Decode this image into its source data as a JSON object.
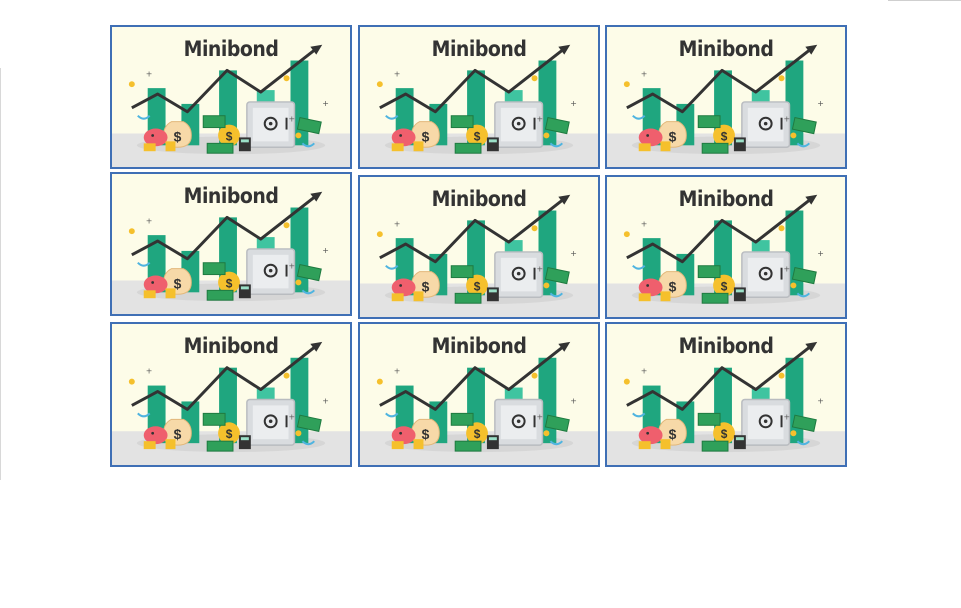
{
  "tiles": [
    {
      "title": "Minibond",
      "icon": "finance-growth-illustration"
    },
    {
      "title": "Minibond",
      "icon": "finance-growth-illustration"
    },
    {
      "title": "Minibond",
      "icon": "finance-growth-illustration"
    },
    {
      "title": "Minibond",
      "icon": "finance-growth-illustration"
    },
    {
      "title": "Minibond",
      "icon": "finance-growth-illustration"
    },
    {
      "title": "Minibond",
      "icon": "finance-growth-illustration"
    },
    {
      "title": "Minibond",
      "icon": "finance-growth-illustration"
    },
    {
      "title": "Minibond",
      "icon": "finance-growth-illustration"
    },
    {
      "title": "Minibond",
      "icon": "finance-growth-illustration"
    }
  ],
  "colors": {
    "border": "#3f6fb5",
    "background": "#fdfce8",
    "bars": "#1fa67f",
    "arrow": "#333333",
    "coin": "#f5c02c",
    "piggy": "#ef5f6d",
    "safe": "#d9dcdf",
    "money": "#2fa05a"
  }
}
